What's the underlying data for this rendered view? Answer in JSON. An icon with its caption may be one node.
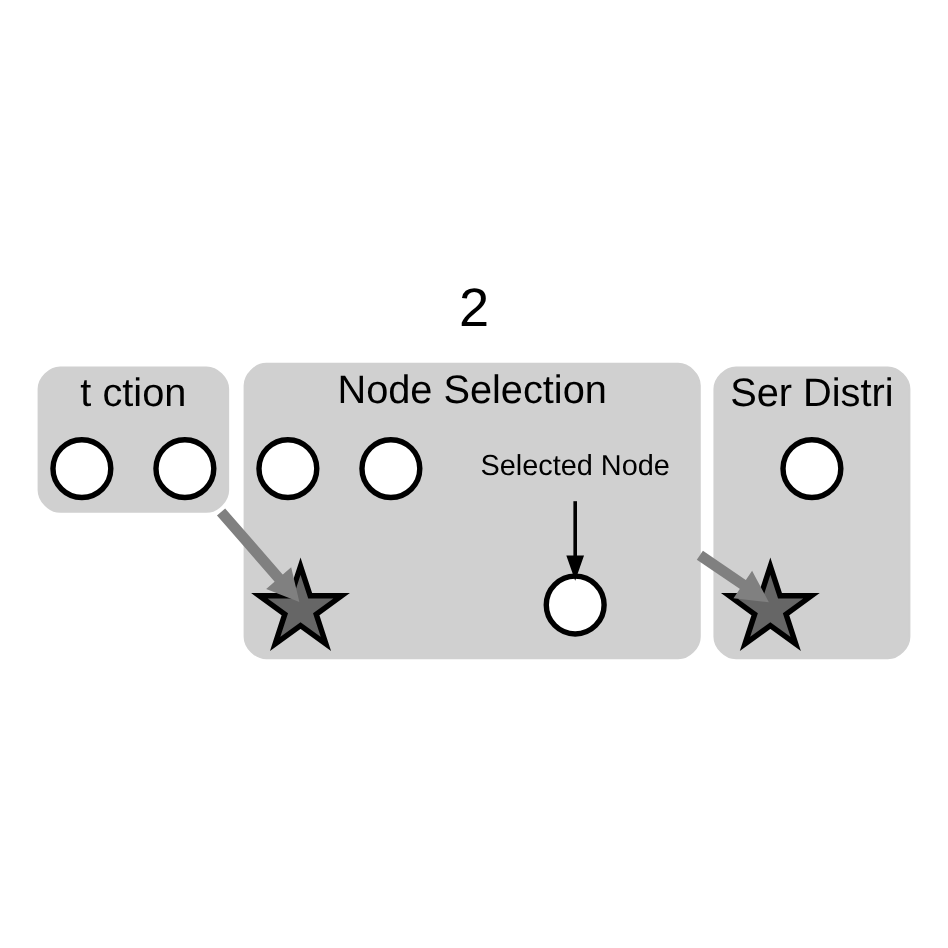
{
  "diagram": {
    "title": "2",
    "nodes": [
      {
        "text": [
          "t ction"
        ]
      },
      {
        "text": [],
        "shape": "circle",
        "in": 0
      },
      {
        "text": [],
        "shape": "circle",
        "in": 0
      },
      {
        "text": [
          "Node Selection"
        ]
      },
      {
        "text": [
          "Selected Node"
        ],
        "in": 3
      },
      {
        "text": [],
        "shape": "circle",
        "in": 3
      },
      {
        "text": [],
        "shape": "burst",
        "in": 3
      },
      {
        "text": [],
        "shape": "circle",
        "in": 3
      },
      {
        "text": [],
        "shape": "circle",
        "in": 3
      },
      {
        "text": [
          "Ser Distri"
        ]
      },
      {
        "text": [],
        "shape": "burst",
        "in": 9
      },
      {
        "text": [],
        "shape": "circle",
        "in": 9
      }
    ],
    "edges": [
      {
        "from": 4,
        "to": 5,
        "arrow": "to",
        "color": "#000000"
      },
      {
        "from": 0,
        "to": 6,
        "arrow": "to"
      },
      {
        "from": 3,
        "to": 10,
        "arrow": "to"
      }
    ]
  }
}
